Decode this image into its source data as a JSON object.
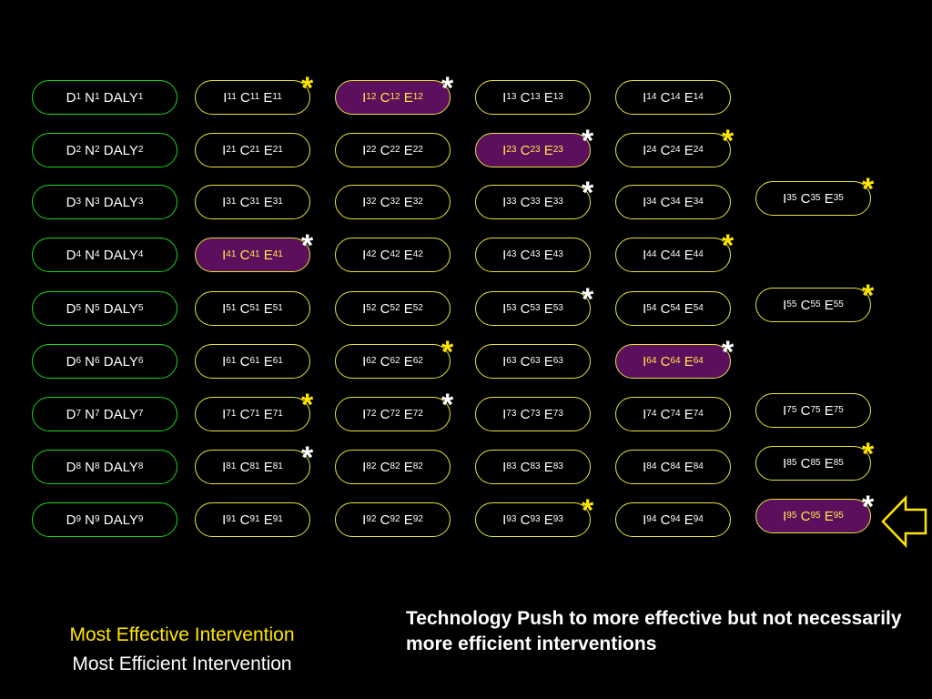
{
  "rows": [
    {
      "d": [
        "D",
        "1",
        "N",
        "1",
        "DALY",
        "1"
      ],
      "cells": [
        [
          "I",
          "11",
          "C",
          "11",
          "E",
          "11"
        ],
        [
          "I",
          "12",
          "C",
          "12",
          "E",
          "12"
        ],
        [
          "I",
          "13",
          "C",
          "13",
          "E",
          "13"
        ],
        [
          "I",
          "14",
          "C",
          "14",
          "E",
          "14"
        ],
        null
      ],
      "highlight": [
        1
      ]
    },
    {
      "d": [
        "D",
        "2",
        "N",
        "2",
        "DALY",
        "2"
      ],
      "cells": [
        [
          "I",
          "21",
          "C",
          "21",
          "E",
          "21"
        ],
        [
          "I",
          "22",
          "C",
          "22",
          "E",
          "22"
        ],
        [
          "I",
          "23",
          "C",
          "23",
          "E",
          "23"
        ],
        [
          "I",
          "24",
          "C",
          "24",
          "E",
          "24"
        ],
        null
      ],
      "highlight": [
        2
      ]
    },
    {
      "d": [
        "D",
        "3",
        "N",
        "3",
        "DALY",
        "3"
      ],
      "cells": [
        [
          "I",
          "31",
          "C",
          "31",
          "E",
          "31"
        ],
        [
          "I",
          "32",
          "C",
          "32",
          "E",
          "32"
        ],
        [
          "I",
          "33",
          "C",
          "33",
          "E",
          "33"
        ],
        [
          "I",
          "34",
          "C",
          "34",
          "E",
          "34"
        ],
        [
          "I",
          "35",
          "C",
          "35",
          "E",
          "35"
        ]
      ],
      "highlight": []
    },
    {
      "d": [
        "D",
        "4",
        "N",
        "4",
        "DALY",
        "4"
      ],
      "cells": [
        [
          "I",
          "41",
          "C",
          "41",
          "E",
          "41"
        ],
        [
          "I",
          "42",
          "C",
          "42",
          "E",
          "42"
        ],
        [
          "I",
          "43",
          "C",
          "43",
          "E",
          "43"
        ],
        [
          "I",
          "44",
          "C",
          "44",
          "E",
          "44"
        ],
        null
      ],
      "highlight": [
        0
      ]
    },
    {
      "d": [
        "D",
        "5",
        "N",
        "5",
        "DALY",
        "5"
      ],
      "cells": [
        [
          "I",
          "51",
          "C",
          "51",
          "E",
          "51"
        ],
        [
          "I",
          "52",
          "C",
          "52",
          "E",
          "52"
        ],
        [
          "I",
          "53",
          "C",
          "53",
          "E",
          "53"
        ],
        [
          "I",
          "54",
          "C",
          "54",
          "E",
          "54"
        ],
        [
          "I",
          "55",
          "C",
          "55",
          "E",
          "55"
        ]
      ],
      "highlight": []
    },
    {
      "d": [
        "D",
        "6",
        "N",
        "6",
        "DALY",
        "6"
      ],
      "cells": [
        [
          "I",
          "61",
          "C",
          "61",
          "E",
          "61"
        ],
        [
          "I",
          "62",
          "C",
          "62",
          "E",
          "62"
        ],
        [
          "I",
          "63",
          "C",
          "63",
          "E",
          "63"
        ],
        [
          "I",
          "64",
          "C",
          "64",
          "E",
          "64"
        ],
        null
      ],
      "highlight": [
        3
      ]
    },
    {
      "d": [
        "D",
        "7",
        "N",
        "7",
        "DALY",
        "7"
      ],
      "cells": [
        [
          "I",
          "71",
          "C",
          "71",
          "E",
          "71"
        ],
        [
          "I",
          "72",
          "C",
          "72",
          "E",
          "72"
        ],
        [
          "I",
          "73",
          "C",
          "73",
          "E",
          "73"
        ],
        [
          "I",
          "74",
          "C",
          "74",
          "E",
          "74"
        ],
        [
          "I",
          "75",
          "C",
          "75",
          "E",
          "75"
        ]
      ],
      "highlight": []
    },
    {
      "d": [
        "D",
        "8",
        "N",
        "8",
        "DALY",
        "8"
      ],
      "cells": [
        [
          "I",
          "81",
          "C",
          "81",
          "E",
          "81"
        ],
        [
          "I",
          "82",
          "C",
          "82",
          "E",
          "82"
        ],
        [
          "I",
          "83",
          "C",
          "83",
          "E",
          "83"
        ],
        [
          "I",
          "84",
          "C",
          "84",
          "E",
          "84"
        ],
        [
          "I",
          "85",
          "C",
          "85",
          "E",
          "85"
        ]
      ],
      "highlight": []
    },
    {
      "d": [
        "D",
        "9",
        "N",
        "9",
        "DALY",
        "9"
      ],
      "cells": [
        [
          "I",
          "91",
          "C",
          "91",
          "E",
          "91"
        ],
        [
          "I",
          "92",
          "C",
          "92",
          "E",
          "92"
        ],
        [
          "I",
          "93",
          "C",
          "93",
          "E",
          "93"
        ],
        [
          "I",
          "94",
          "C",
          "94",
          "E",
          "94"
        ],
        [
          "I",
          "95",
          "C",
          "95",
          "E",
          "95"
        ]
      ],
      "highlight": [
        4
      ]
    }
  ],
  "stars": [
    {
      "row": 0,
      "col": 0,
      "color": "yellow"
    },
    {
      "row": 0,
      "col": 1,
      "color": "white"
    },
    {
      "row": 1,
      "col": 2,
      "color": "white"
    },
    {
      "row": 1,
      "col": 3,
      "color": "yellow"
    },
    {
      "row": 2,
      "col": 2,
      "color": "white"
    },
    {
      "row": 2,
      "col": 4,
      "color": "yellow"
    },
    {
      "row": 3,
      "col": 0,
      "color": "white"
    },
    {
      "row": 3,
      "col": 3,
      "color": "yellow"
    },
    {
      "row": 4,
      "col": 2,
      "color": "white"
    },
    {
      "row": 4,
      "col": 4,
      "color": "yellow"
    },
    {
      "row": 5,
      "col": 1,
      "color": "yellow"
    },
    {
      "row": 5,
      "col": 3,
      "color": "white"
    },
    {
      "row": 6,
      "col": 0,
      "color": "yellow"
    },
    {
      "row": 6,
      "col": 1,
      "color": "white"
    },
    {
      "row": 7,
      "col": 0,
      "color": "white"
    },
    {
      "row": 7,
      "col": 4,
      "color": "yellow"
    },
    {
      "row": 8,
      "col": 2,
      "color": "yellow"
    },
    {
      "row": 8,
      "col": 4,
      "color": "white"
    }
  ],
  "star_glyph": "*",
  "captions": {
    "effective": "Most Effective Intervention",
    "efficient": "Most Efficient Intervention",
    "push": "Technology Push to more effective but not necessarily more efficient interventions"
  },
  "arrow_icon": "left-arrow-icon",
  "colors": {
    "disease_border": "#1fd31f",
    "intervention_border": "#e6e33a",
    "highlight_fill": "#5c0f5c",
    "highlight_text": "#ffe94a",
    "star_yellow": "#ffe600",
    "arrow": "#ffe600"
  }
}
